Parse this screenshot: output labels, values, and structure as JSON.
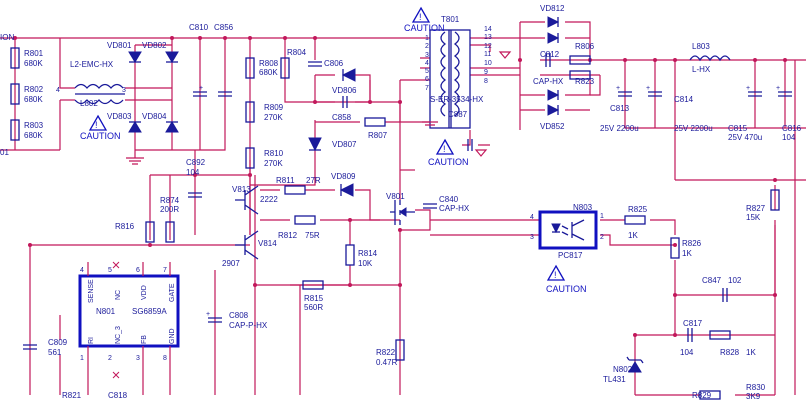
{
  "resistors": [
    {
      "ref": "R801",
      "val": "680K"
    },
    {
      "ref": "R802",
      "val": "680K"
    },
    {
      "ref": "R803",
      "val": "680K"
    },
    {
      "ref": "R808",
      "val": "680K"
    },
    {
      "ref": "R804",
      "val": ""
    },
    {
      "ref": "R809",
      "val": "270K"
    },
    {
      "ref": "R810",
      "val": "270K"
    },
    {
      "ref": "R811",
      "val": "27R"
    },
    {
      "ref": "R812",
      "val": "75R"
    },
    {
      "ref": "R874",
      "val": "200R"
    },
    {
      "ref": "R816",
      "val": ""
    },
    {
      "ref": "R814",
      "val": "10K"
    },
    {
      "ref": "R815",
      "val": "560R"
    },
    {
      "ref": "R822",
      "val": "0.47R"
    },
    {
      "ref": "R807",
      "val": ""
    },
    {
      "ref": "R806",
      "val": ""
    },
    {
      "ref": "R823",
      "val": ""
    },
    {
      "ref": "R825",
      "val": "1K"
    },
    {
      "ref": "R826",
      "val": "1K"
    },
    {
      "ref": "R827",
      "val": "15K"
    },
    {
      "ref": "R828",
      "val": "1K"
    },
    {
      "ref": "R829",
      "val": ""
    },
    {
      "ref": "R830",
      "val": "3K9"
    },
    {
      "ref": "R821",
      "val": ""
    }
  ],
  "capacitors": [
    {
      "ref": "C810",
      "val": ""
    },
    {
      "ref": "C856",
      "val": ""
    },
    {
      "ref": "C806",
      "val": ""
    },
    {
      "ref": "C858",
      "val": ""
    },
    {
      "ref": "C887",
      "val": ""
    },
    {
      "ref": "C892",
      "val": "104"
    },
    {
      "ref": "C808",
      "val": "CAP-P-HX"
    },
    {
      "ref": "C809",
      "val": "561"
    },
    {
      "ref": "C840",
      "val": "CAP-HX"
    },
    {
      "ref": "C812",
      "val": "CAP-HX"
    },
    {
      "ref": "C813",
      "val": "25V 2200u"
    },
    {
      "ref": "C814",
      "val": "25V 2200u"
    },
    {
      "ref": "C815",
      "val": "25V 470u"
    },
    {
      "ref": "C816",
      "val": "104"
    },
    {
      "ref": "C847",
      "val": "102"
    },
    {
      "ref": "C817",
      "val": "104"
    },
    {
      "ref": "C818",
      "val": ""
    }
  ],
  "diodes": [
    "VD801",
    "VD802",
    "VD803",
    "VD804",
    "VD806",
    "VD807",
    "VD809",
    "VD812",
    "VD852"
  ],
  "transistors": [
    {
      "ref": "V813",
      "val": "2222"
    },
    {
      "ref": "V814",
      "val": "2907"
    },
    {
      "ref": "V801",
      "val": ""
    }
  ],
  "inductors": [
    {
      "ref": "L802",
      "val": "L2-EMC-HX"
    },
    {
      "ref": "L803",
      "val": "L-HX"
    }
  ],
  "transformer": {
    "ref": "T801",
    "val": "S-ER-3534-HX",
    "pins": [
      "14",
      "13",
      "12",
      "11",
      "10",
      "9",
      "8",
      "1",
      "2",
      "3",
      "4",
      "5",
      "6",
      "7"
    ]
  },
  "ic": {
    "ref": "N801",
    "part": "SG6859A",
    "pins_top": [
      "SENSE",
      "NC",
      "VDD",
      "GATE"
    ],
    "pins_bottom": [
      "RI",
      "NC_3",
      "FB",
      "GND"
    ],
    "pin_nums_top": [
      "4",
      "5",
      "6"
    ],
    "pin_nums_bottom": [
      "1",
      "2",
      "3",
      "8",
      "7"
    ]
  },
  "optocoupler": {
    "ref": "N803",
    "part": "PC817"
  },
  "regulator": {
    "ref": "N802",
    "part": "TL431"
  },
  "caution_text": "CAUTION",
  "edge_labels": {
    "left_top": "ION",
    "left_mid": "01"
  },
  "pin_numbers": [
    "1",
    "2",
    "3",
    "4"
  ]
}
